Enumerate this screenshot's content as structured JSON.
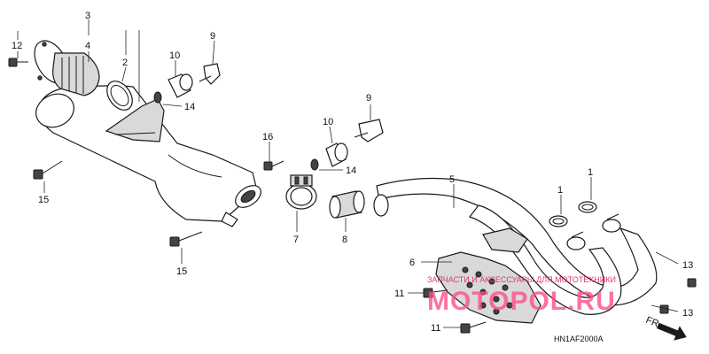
{
  "callouts": {
    "c3": "3",
    "c4": "4",
    "c12": "12",
    "c2": "2",
    "c10a": "10",
    "c9a": "9",
    "c14a": "14",
    "c9b": "9",
    "c10b": "10",
    "c16": "16",
    "c14b": "14",
    "c15a": "15",
    "c15b": "15",
    "c7": "7",
    "c8": "8",
    "c5": "5",
    "c1a": "1",
    "c1b": "1",
    "c6": "6",
    "c11a": "11",
    "c11b": "11",
    "c13a": "13",
    "c13b": "13"
  },
  "diagram_code": "HN1AF2000A",
  "direction_label": "FR.",
  "watermark": {
    "caption": "ЗАПЧАСТИ И АКСЕССУАРЫ ДЛЯ МОТОТЕХНИКИ",
    "brand": "MOTOPOL.RU"
  },
  "colors": {
    "watermark": "#ff4f86",
    "ink": "#1a1a1a"
  }
}
